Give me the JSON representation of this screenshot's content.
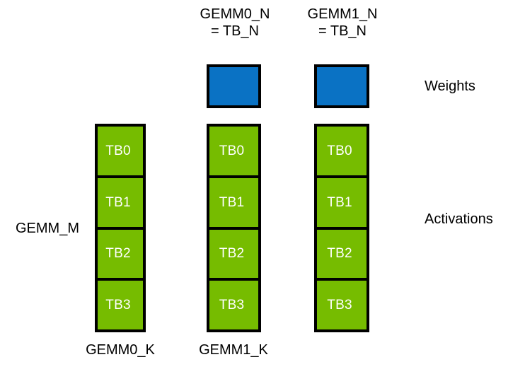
{
  "diagram": {
    "title_labels": {
      "gemm0_n": {
        "line1": "GEMM0_N",
        "line2": "= TB_N"
      },
      "gemm1_n": {
        "line1": "GEMM1_N",
        "line2": "= TB_N"
      }
    },
    "row_labels": {
      "weights": "Weights",
      "activations": "Activations"
    },
    "axis_labels": {
      "gemm_m": "GEMM_M",
      "gemm0_k": "GEMM0_K",
      "gemm1_k": "GEMM1_K"
    },
    "weight_boxes": [
      {
        "id": "weight-0",
        "label": ""
      },
      {
        "id": "weight-1",
        "label": ""
      }
    ],
    "activation_columns": [
      {
        "id": "column-0",
        "cells": [
          "TB0",
          "TB1",
          "TB2",
          "TB3"
        ]
      },
      {
        "id": "column-1",
        "cells": [
          "TB0",
          "TB1",
          "TB2",
          "TB3"
        ]
      },
      {
        "id": "column-2",
        "cells": [
          "TB0",
          "TB1",
          "TB2",
          "TB3"
        ]
      }
    ],
    "colors": {
      "activation_green": "#76BC00",
      "weight_blue": "#0A72C4",
      "border_black": "#000000",
      "cell_text_white": "#FFFFFF",
      "background_white": "#FFFFFF",
      "label_black": "#000000"
    }
  }
}
